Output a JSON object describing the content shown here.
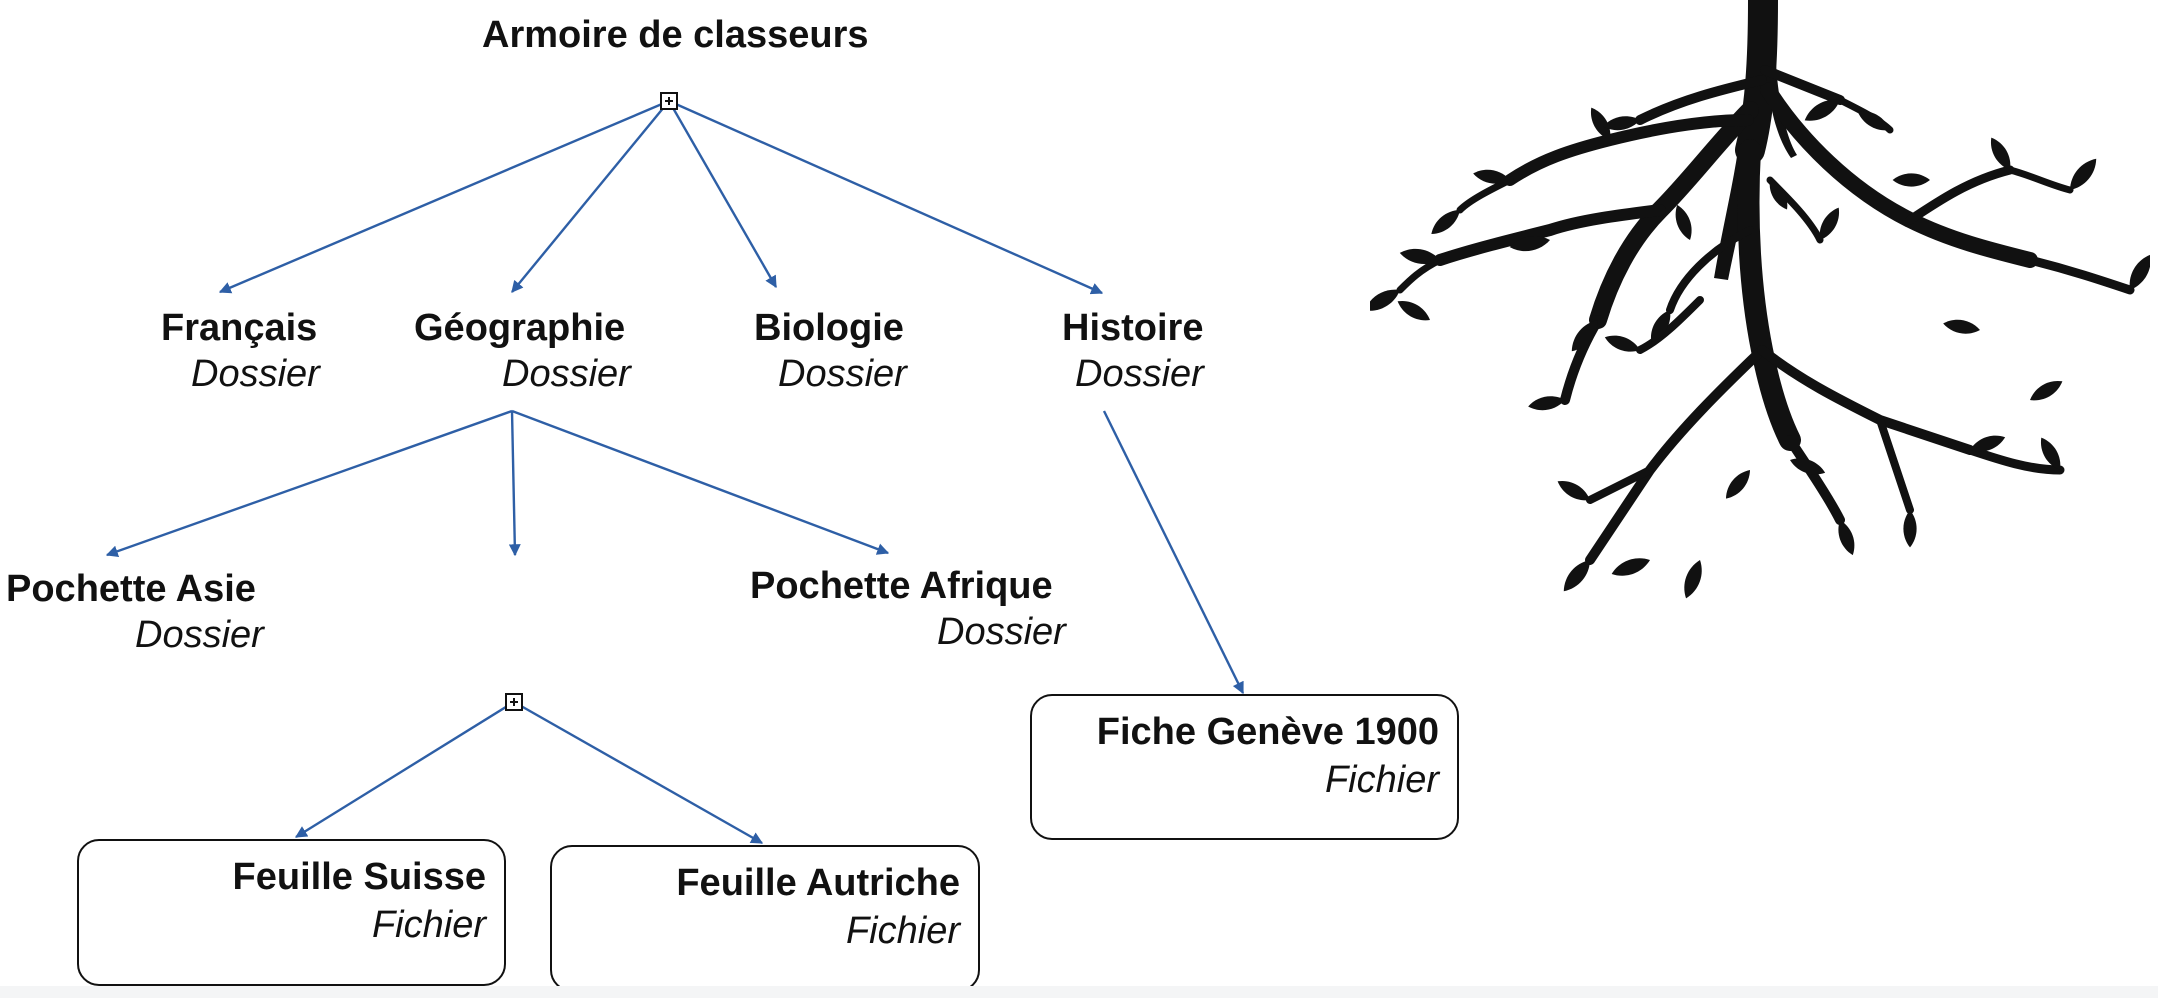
{
  "diagram": {
    "root": {
      "label": "Armoire de classeurs"
    },
    "folders": [
      {
        "id": "francais",
        "name": "Français",
        "kind": "Dossier"
      },
      {
        "id": "geographie",
        "name": "Géographie",
        "kind": "Dossier"
      },
      {
        "id": "biologie",
        "name": "Biologie",
        "kind": "Dossier"
      },
      {
        "id": "histoire",
        "name": "Histoire",
        "kind": "Dossier"
      }
    ],
    "pochettes": [
      {
        "id": "asie",
        "name": "Pochette Asie",
        "kind": "Dossier"
      },
      {
        "id": "afrique",
        "name": "Pochette Afrique",
        "kind": "Dossier"
      }
    ],
    "files": [
      {
        "id": "suisse",
        "name": "Feuille Suisse",
        "kind": "Fichier"
      },
      {
        "id": "autriche",
        "name": "Feuille Autriche",
        "kind": "Fichier"
      },
      {
        "id": "geneve",
        "name": "Fiche Genève 1900",
        "kind": "Fichier"
      }
    ],
    "colors": {
      "edge": "#2E5FA6",
      "text": "#111111",
      "box_border": "#111111",
      "tree": "#111111"
    },
    "icons": {
      "expander": "plus-box-icon",
      "illustration": "tree-roots-illustration"
    }
  }
}
